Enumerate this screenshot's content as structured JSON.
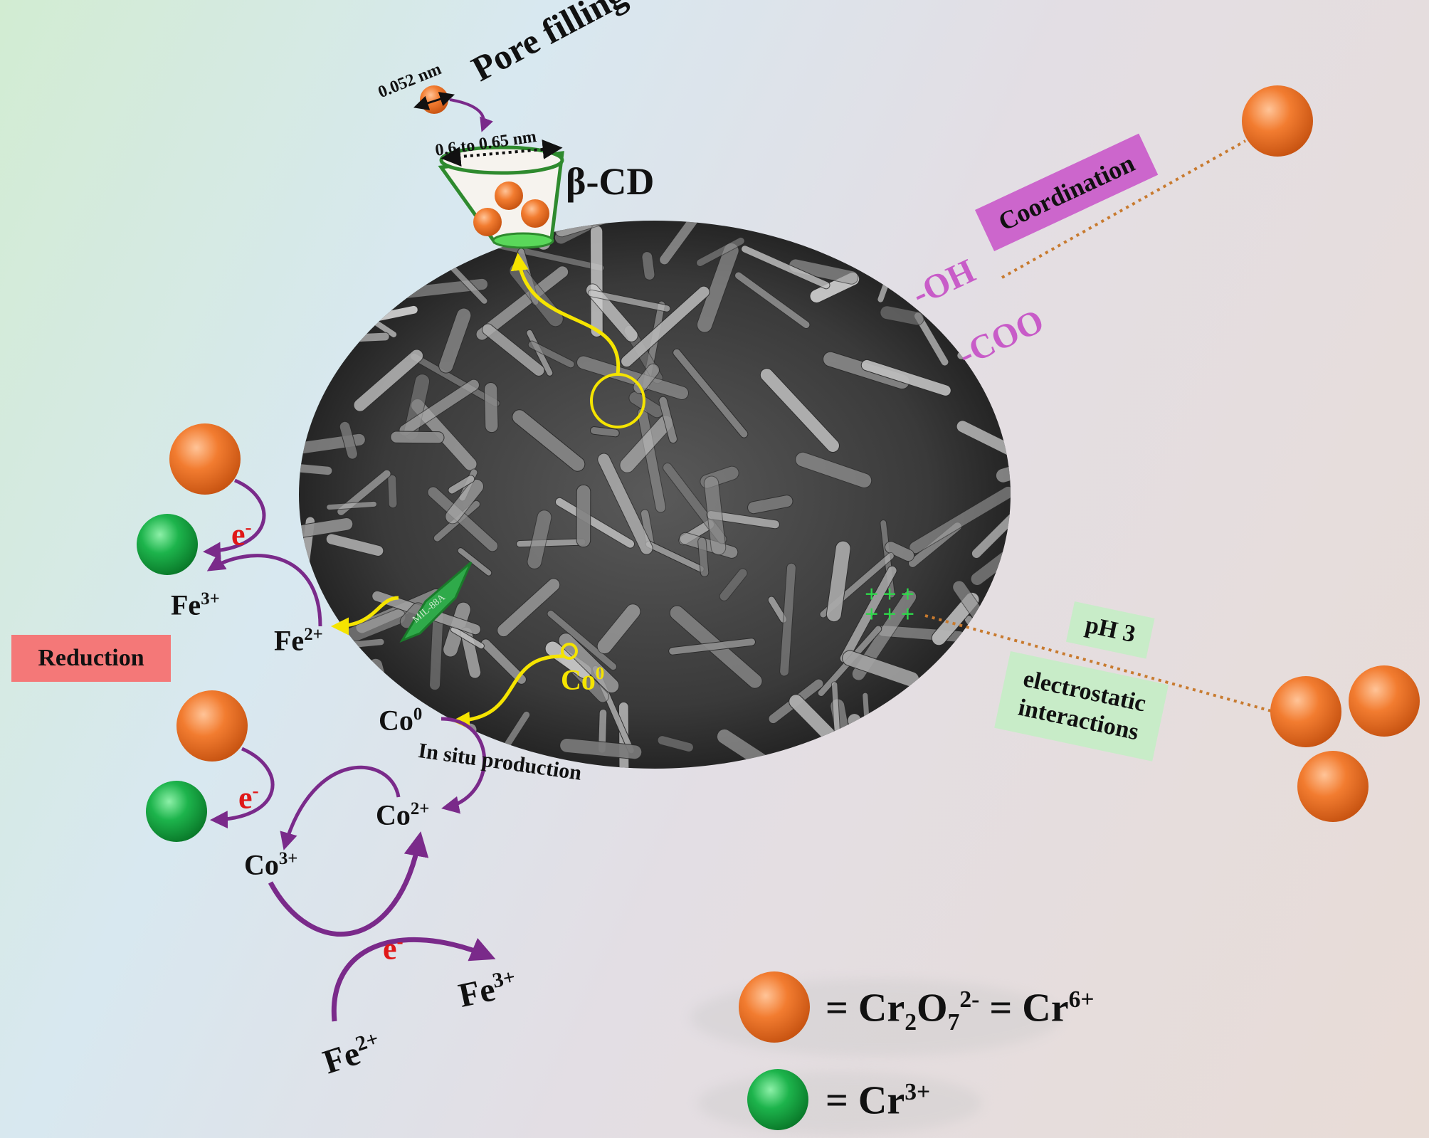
{
  "colors": {
    "cr6": "#f07a2e",
    "cr3": "#1fb24a",
    "arrow_purple": "#7a2a8a",
    "arrow_yellow": "#f5e400",
    "label_magenta": "#c85cc8",
    "coordination_box": "#cc66cc",
    "reduction_box": "#f47878",
    "electrostatic_box": "#c8ecc8",
    "electron_red": "#e01818",
    "cd_green": "#2e8a2e"
  },
  "pore": {
    "title": "Pore filling",
    "ion_size": "0.052 nm",
    "cavity_size": "0.6 to 0.65 nm",
    "host": "β-CD"
  },
  "surface": {
    "oh": "-OH",
    "coo": "-COO",
    "coordination": "Coordination",
    "charges": [
      "+",
      "+",
      "+",
      "+",
      "+",
      "+"
    ]
  },
  "electrostatic": {
    "ph": "pH 3",
    "line1": "electrostatic",
    "line2": "interactions"
  },
  "reduction": {
    "label": "Reduction",
    "electron": "e",
    "electron_sup": "-",
    "fe": "Fe",
    "co": "Co",
    "sup_2": "2+",
    "sup_3": "3+",
    "sup_0": "0",
    "in_situ": "In situ production",
    "mil_tag": "MIL-88A"
  },
  "legend": {
    "cr6_prefix": "= Cr",
    "cr6_sub2": "2",
    "cr6_o": "O",
    "cr6_sub7": "7",
    "cr6_charge": "2-",
    "cr6_mid": " = Cr",
    "cr6_ox": "6+",
    "cr3_prefix": "= Cr",
    "cr3_ox": "3+"
  },
  "icons": [
    "cr6-ball-icon",
    "cr3-ball-icon",
    "beta-cd-cup-icon",
    "sem-image-disc-icon"
  ]
}
